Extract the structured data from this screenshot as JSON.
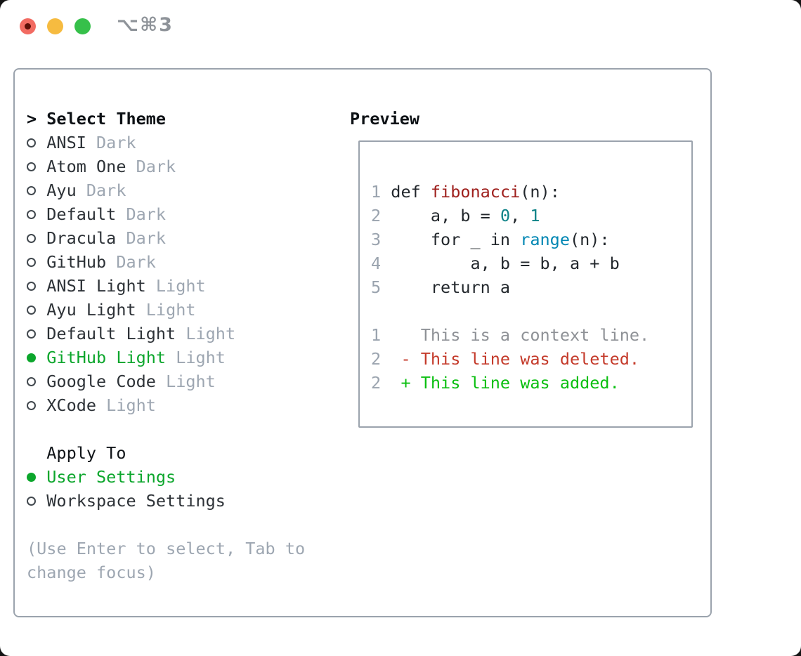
{
  "window": {
    "title": "⌥⌘3",
    "buttons": [
      {
        "name": "close"
      },
      {
        "name": "minimize"
      },
      {
        "name": "zoom"
      }
    ]
  },
  "theme_picker": {
    "header": "Select Theme",
    "prompt_marker": ">",
    "themes": [
      {
        "name": "ANSI",
        "variant": "Dark",
        "selected": false
      },
      {
        "name": "Atom One",
        "variant": "Dark",
        "selected": false
      },
      {
        "name": "Ayu",
        "variant": "Dark",
        "selected": false
      },
      {
        "name": "Default",
        "variant": "Dark",
        "selected": false
      },
      {
        "name": "Dracula",
        "variant": "Dark",
        "selected": false
      },
      {
        "name": "GitHub",
        "variant": "Dark",
        "selected": false
      },
      {
        "name": "ANSI Light",
        "variant": "Light",
        "selected": false
      },
      {
        "name": "Ayu Light",
        "variant": "Light",
        "selected": false
      },
      {
        "name": "Default Light",
        "variant": "Light",
        "selected": false
      },
      {
        "name": "GitHub Light",
        "variant": "Light",
        "selected": true
      },
      {
        "name": "Google Code",
        "variant": "Light",
        "selected": false
      },
      {
        "name": "XCode",
        "variant": "Light",
        "selected": false
      }
    ],
    "apply_to": {
      "header": "Apply To",
      "options": [
        {
          "name": "User Settings",
          "selected": true
        },
        {
          "name": "Workspace Settings",
          "selected": false
        }
      ]
    },
    "help_lines": [
      "(Use Enter to select, Tab to",
      "change focus)"
    ]
  },
  "preview": {
    "title": "Preview",
    "lines": [
      {
        "segments": []
      },
      {
        "segments": [
          {
            "text": "1",
            "cls": "ln"
          },
          {
            "text": " def ",
            "cls": "code"
          },
          {
            "text": "fibonacci",
            "cls": "func"
          },
          {
            "text": "(n):",
            "cls": "code"
          }
        ]
      },
      {
        "segments": [
          {
            "text": "2",
            "cls": "ln"
          },
          {
            "text": "     a, b = ",
            "cls": "code"
          },
          {
            "text": "0",
            "cls": "num"
          },
          {
            "text": ", ",
            "cls": "code"
          },
          {
            "text": "1",
            "cls": "num"
          }
        ]
      },
      {
        "segments": [
          {
            "text": "3",
            "cls": "ln"
          },
          {
            "text": "     for _ in ",
            "cls": "code"
          },
          {
            "text": "range",
            "cls": "builtin"
          },
          {
            "text": "(n):",
            "cls": "code"
          }
        ]
      },
      {
        "segments": [
          {
            "text": "4",
            "cls": "ln"
          },
          {
            "text": "         a, b = b, a + b",
            "cls": "code"
          }
        ]
      },
      {
        "segments": [
          {
            "text": "5",
            "cls": "ln"
          },
          {
            "text": "     return a",
            "cls": "code"
          }
        ]
      },
      {
        "segments": []
      },
      {
        "segments": [
          {
            "text": "1",
            "cls": "ln"
          },
          {
            "text": "    This is a context line.",
            "cls": "ctx"
          }
        ]
      },
      {
        "segments": [
          {
            "text": "2",
            "cls": "ln"
          },
          {
            "text": "  ",
            "cls": "code"
          },
          {
            "text": "- This line was deleted.",
            "cls": "del"
          }
        ]
      },
      {
        "segments": [
          {
            "text": "2",
            "cls": "ln"
          },
          {
            "text": "  ",
            "cls": "code"
          },
          {
            "text": "+ This line was added.",
            "cls": "add"
          }
        ]
      }
    ]
  },
  "colors": {
    "accent_green": "#0ca62c",
    "added_green": "#0abf10",
    "deleted_red": "#c43a2a",
    "function_red": "#9e1f1c",
    "number_teal": "#0d8287",
    "builtin_blue": "#0086b3",
    "muted_gray": "#9da6b1",
    "line_number_gray": "#9aa3ae",
    "context_gray": "#8e9196",
    "border_gray": "#9ba3ad"
  }
}
